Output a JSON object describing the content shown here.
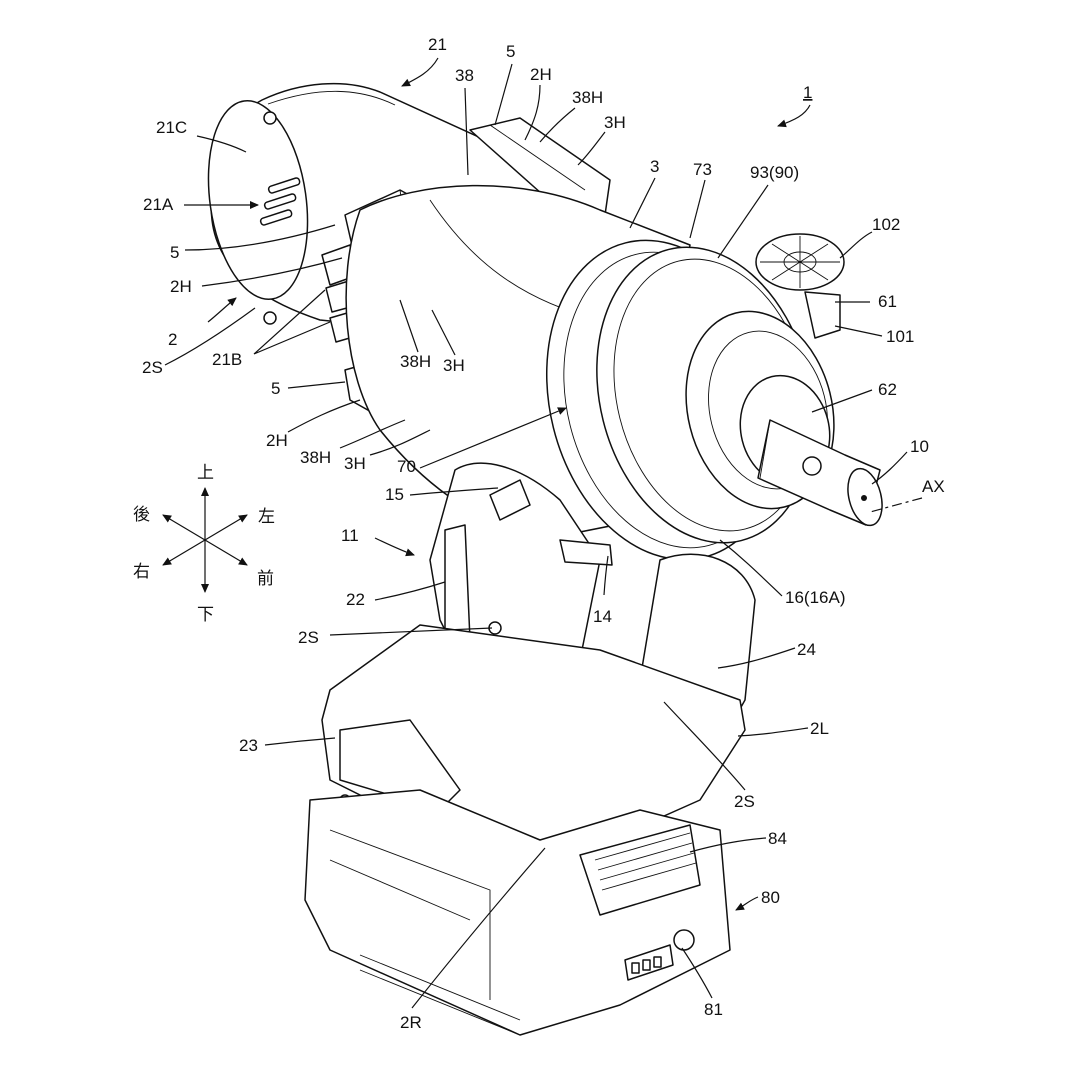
{
  "figure_label": "1",
  "labels": {
    "l21": "21",
    "l5a": "5",
    "l38": "38",
    "l2Ha": "2H",
    "l38Ha": "38H",
    "l3Ha": "3H",
    "l21C": "21C",
    "l21A": "21A",
    "l5b": "5",
    "l2Hb": "2H",
    "l2": "2",
    "l2Sa": "2S",
    "l21B": "21B",
    "l38Hb": "38H",
    "l3Hb": "3H",
    "l5c": "5",
    "l2Hc": "2H",
    "l38Hc": "38H",
    "l3Hc": "3H",
    "l70": "70",
    "l15": "15",
    "l3": "3",
    "l73": "73",
    "l93": "93(90)",
    "l102": "102",
    "l61": "61",
    "l101": "101",
    "l62": "62",
    "l10": "10",
    "lAX": "AX",
    "l11": "11",
    "l22": "22",
    "l2Sb": "2S",
    "l14": "14",
    "l16": "16(16A)",
    "l24": "24",
    "l2L": "2L",
    "l23": "23",
    "l2Sc": "2S",
    "l84": "84",
    "l80": "80",
    "l81": "81",
    "l2R": "2R"
  },
  "directions": {
    "up": "上",
    "down": "下",
    "rear": "後",
    "left": "左",
    "right": "右",
    "front": "前"
  }
}
